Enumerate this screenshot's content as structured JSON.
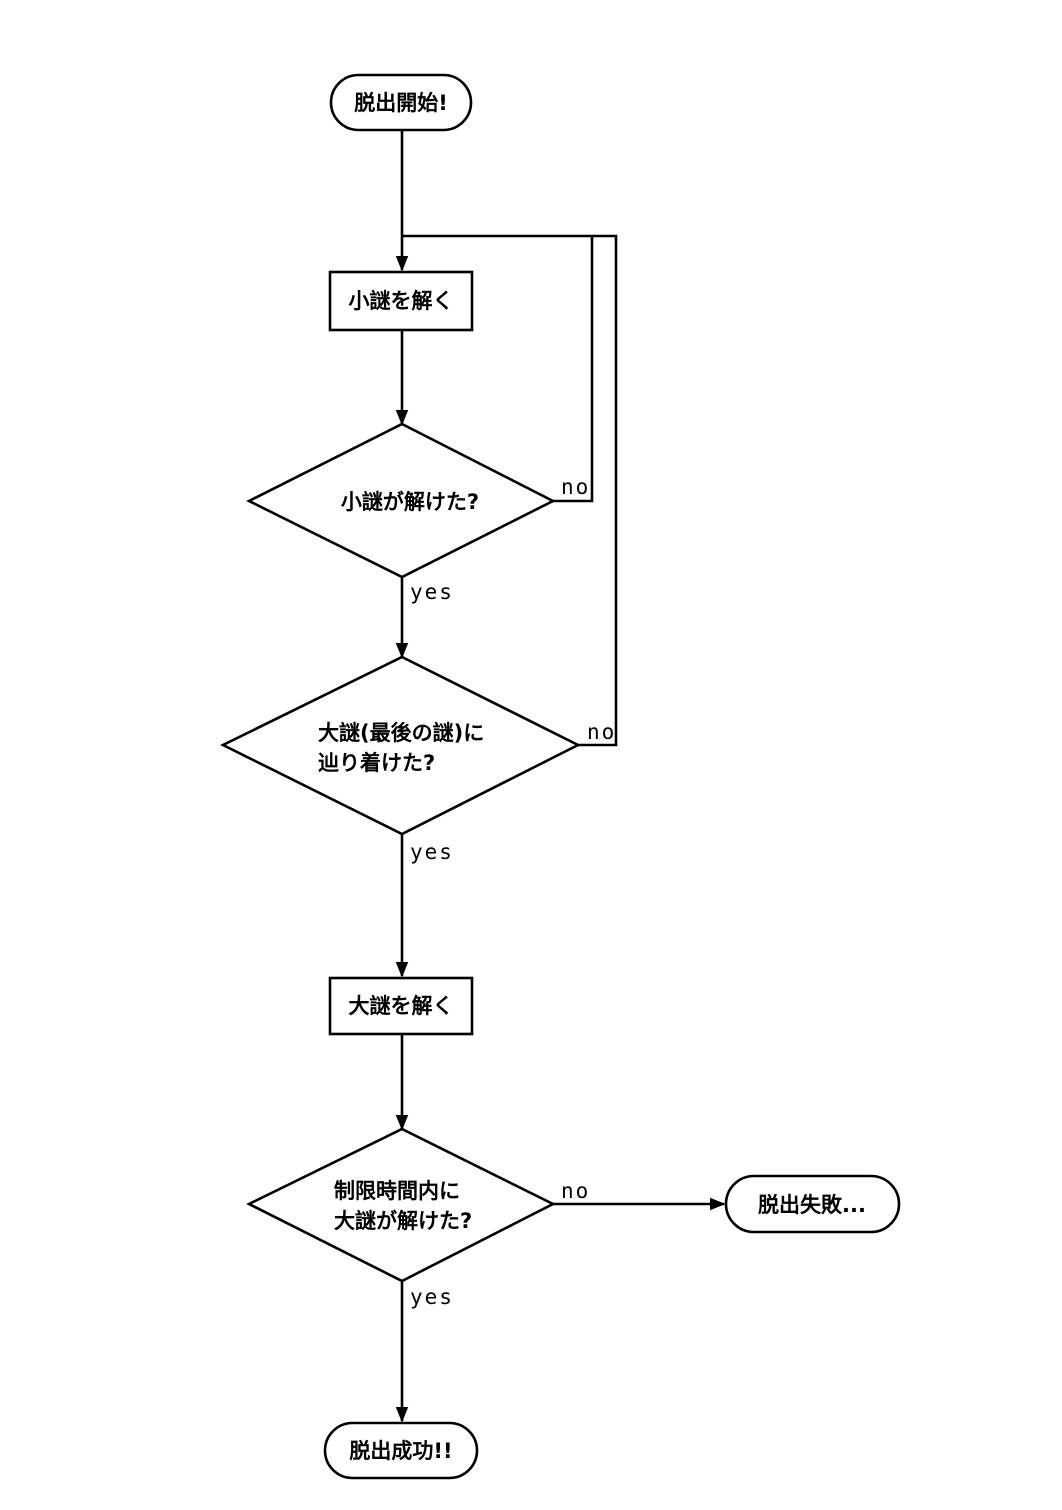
{
  "nodes": {
    "start": {
      "label": "脱出開始!"
    },
    "solve_small": {
      "label": "小謎を解く"
    },
    "small_solved": {
      "label": "小謎が解けた?"
    },
    "reached_big": {
      "line1": "大謎(最後の謎)に",
      "line2": "辿り着けた?"
    },
    "solve_big": {
      "label": "大謎を解く"
    },
    "big_solved": {
      "line1": "制限時間内に",
      "line2": "大謎が解けた?"
    },
    "fail": {
      "label": "脱出失敗..."
    },
    "success": {
      "label": "脱出成功!!"
    }
  },
  "edges": {
    "small_no": "no",
    "small_yes": "yes",
    "reached_no": "no",
    "reached_yes": "yes",
    "big_no": "no",
    "big_yes": "yes"
  }
}
